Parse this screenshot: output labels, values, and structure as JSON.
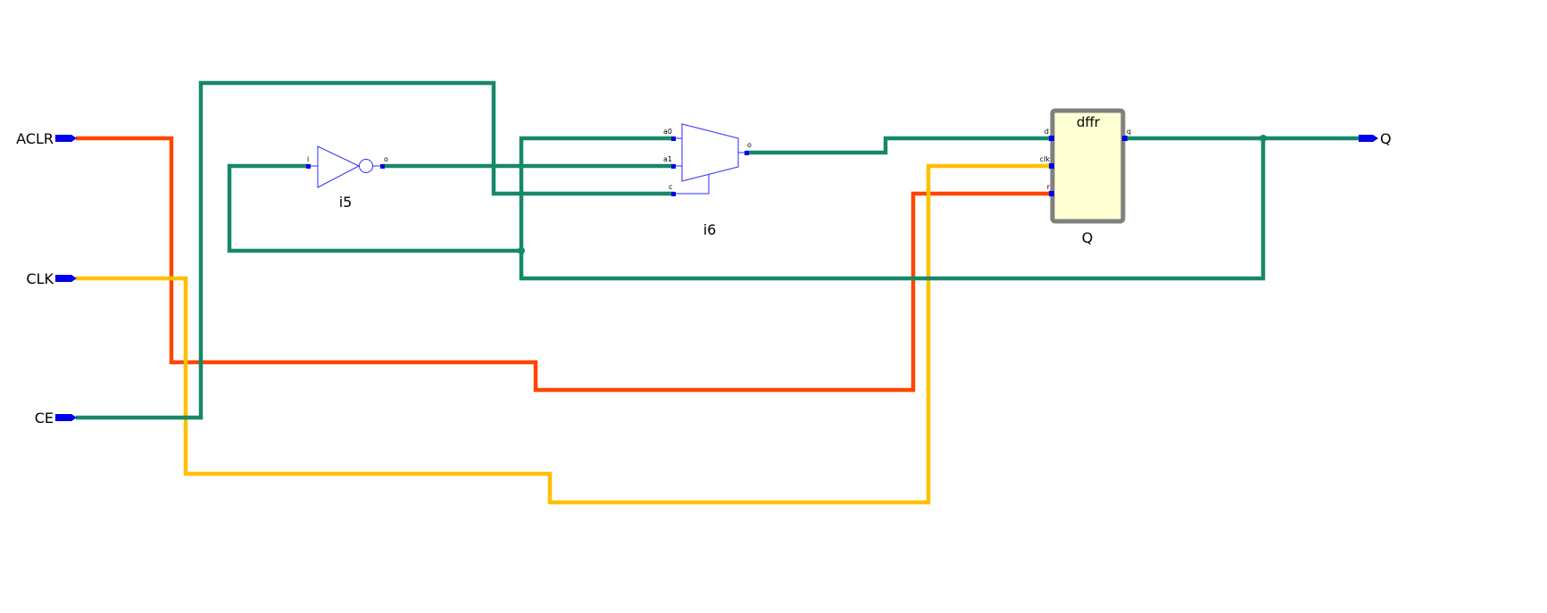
{
  "colors": {
    "net_green": "#17886a",
    "net_orange": "#ff4500",
    "net_yellow": "#ffc000",
    "port_blue": "#0000ee",
    "cell_fill": "#ffffd4",
    "cell_border": "#808080",
    "gate_stroke": "#2b2bff"
  },
  "ports": {
    "inputs": [
      {
        "name": "ACLR"
      },
      {
        "name": "CLK"
      },
      {
        "name": "CE"
      }
    ],
    "outputs": [
      {
        "name": "Q"
      }
    ]
  },
  "cells": {
    "inverter": {
      "instance": "i5",
      "pin_in": "i",
      "pin_out": "o"
    },
    "mux": {
      "instance": "i6",
      "pin_a0": "a0",
      "pin_a1": "a1",
      "pin_c": "c",
      "pin_out": "o"
    },
    "dff": {
      "type": "dffr",
      "instance": "Q",
      "pin_d": "d",
      "pin_clk": "clk",
      "pin_r": "r",
      "pin_q": "q"
    }
  }
}
